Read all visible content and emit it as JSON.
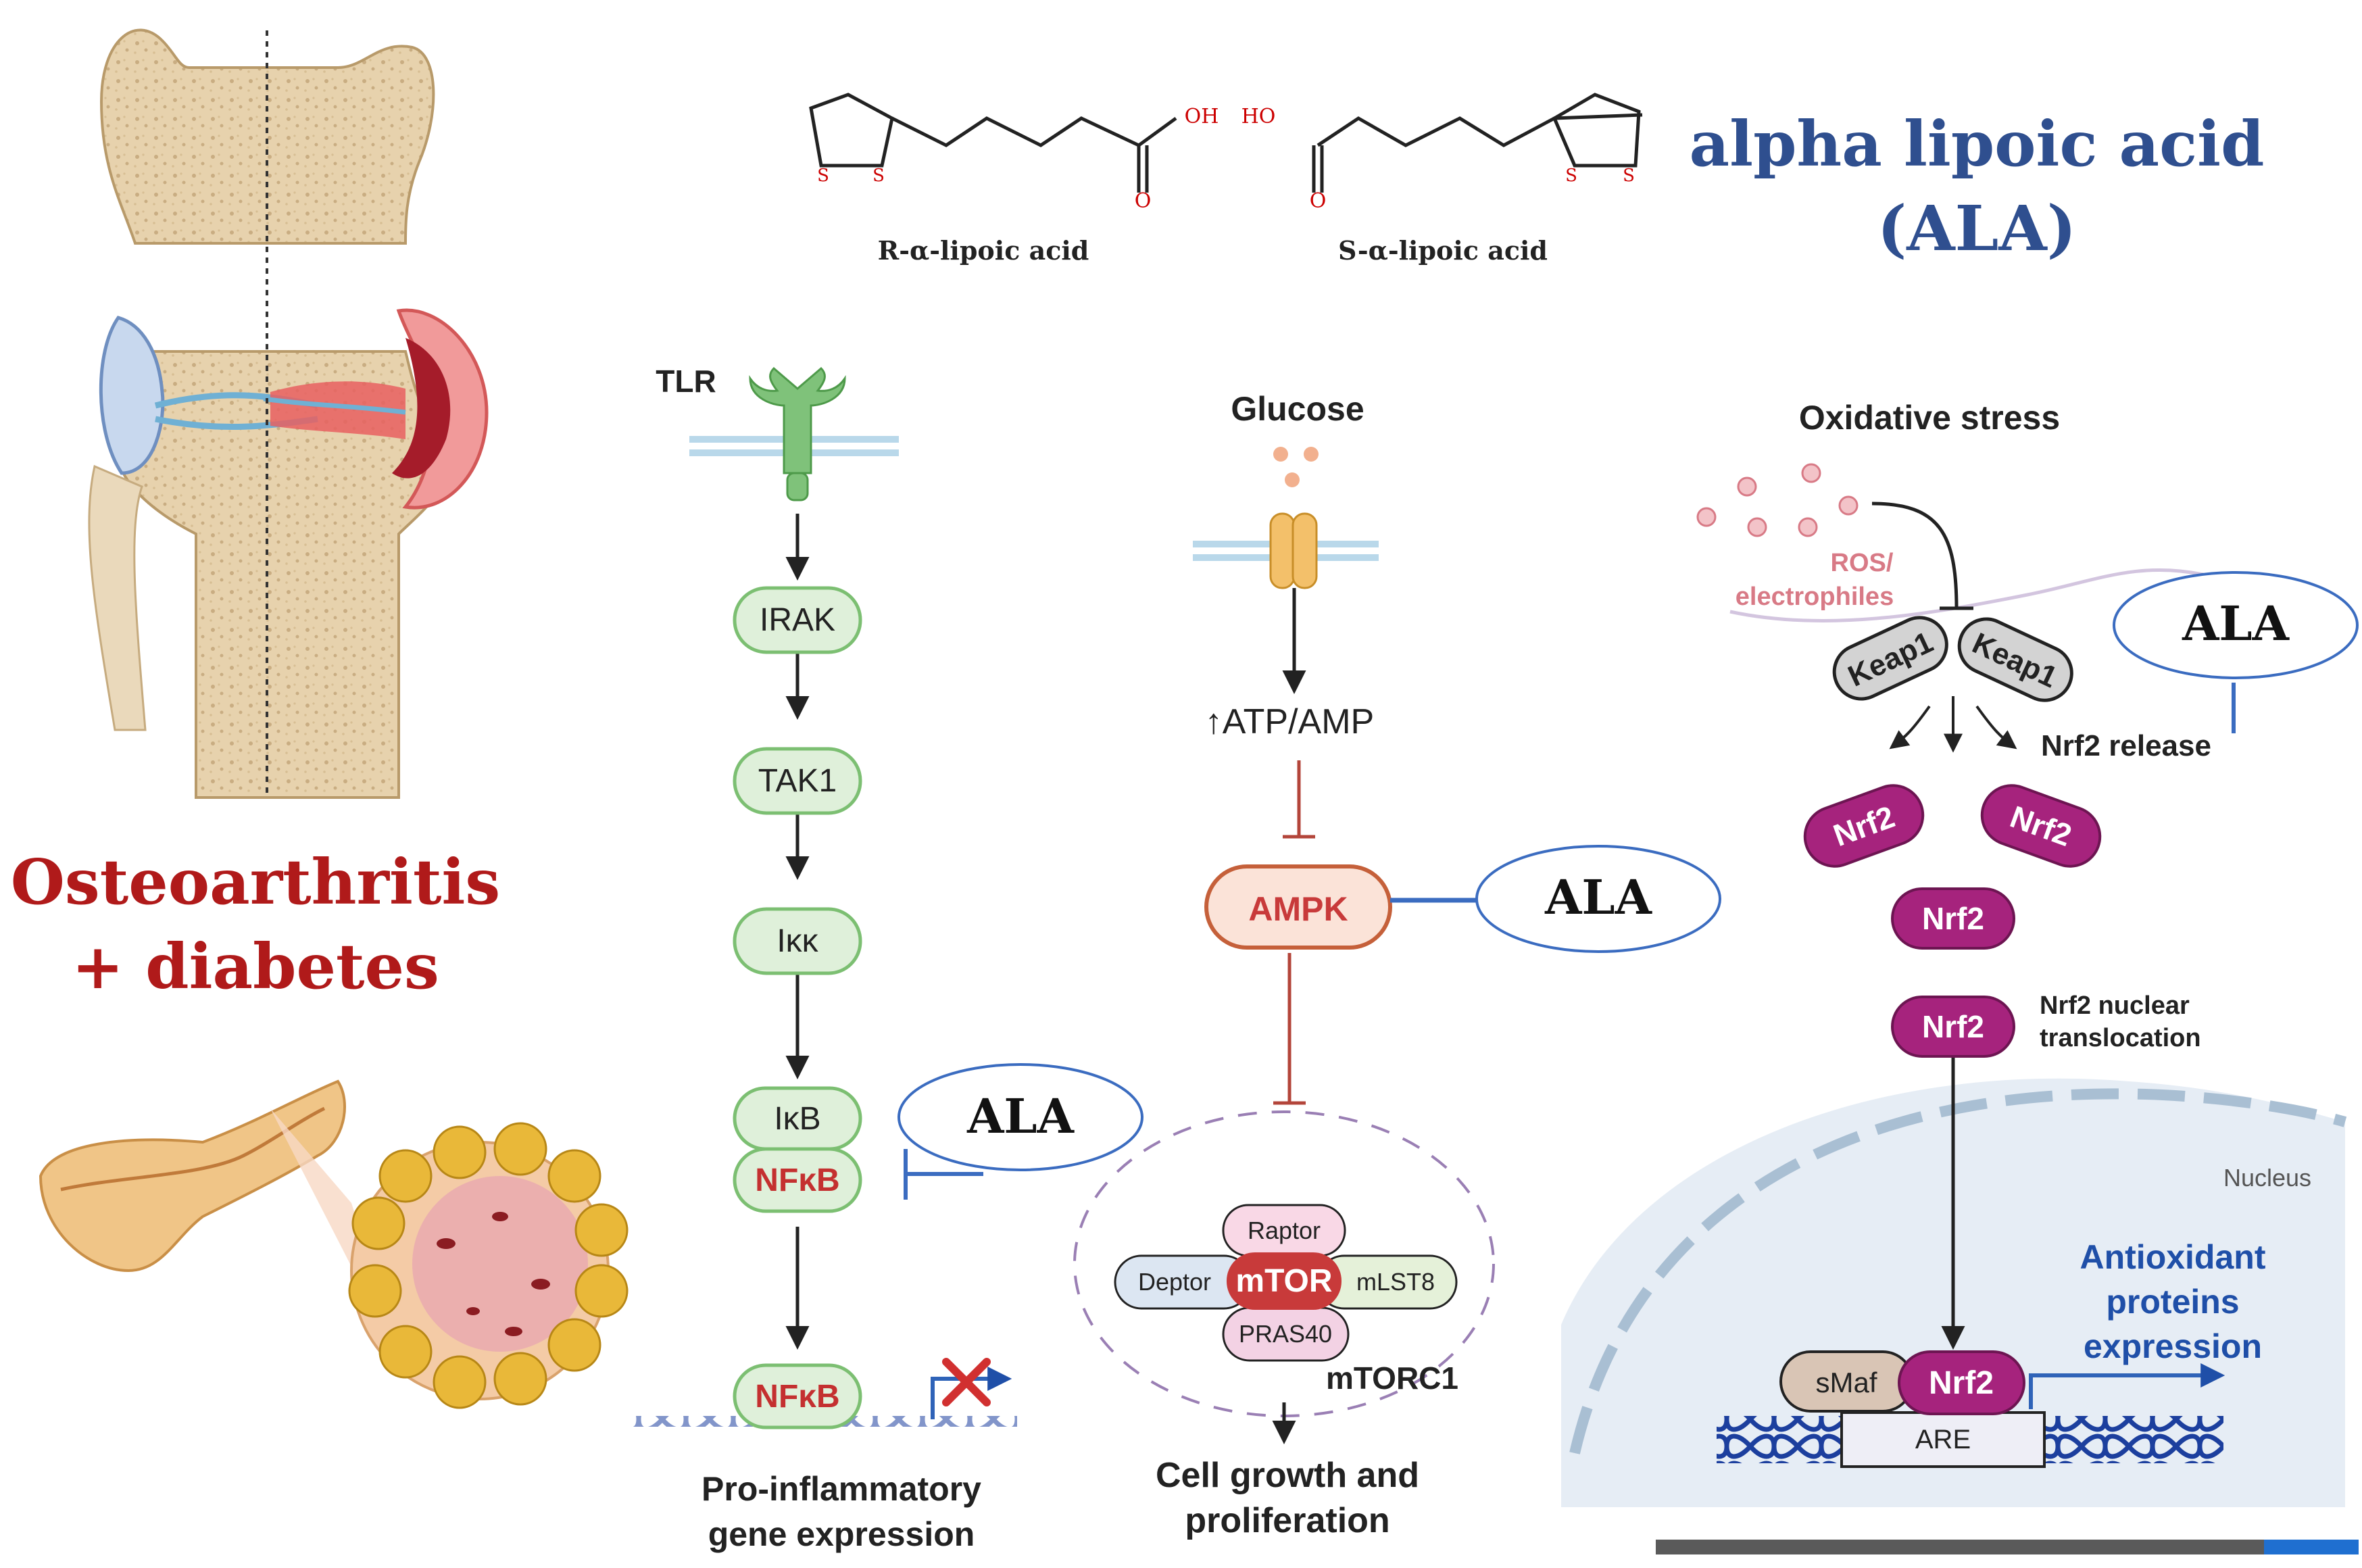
{
  "title": {
    "line1": "alpha lipoic acid",
    "line2": "(ALA)"
  },
  "disease_label": {
    "line1": "Osteoarthritis",
    "line2": "+ diabetes"
  },
  "molecules": {
    "r": {
      "name": "R-α-lipoic acid",
      "oh": "OH",
      "o": "O",
      "s1": "S",
      "s2": "S"
    },
    "s": {
      "name": "S-α-lipoic acid",
      "ho": "HO",
      "o": "O",
      "s1": "S",
      "s2": "S"
    }
  },
  "tlr_pathway": {
    "receptor": "TLR",
    "nodes": [
      "IRAK",
      "TAK1",
      "Iκκ",
      "IκB",
      "NFκB"
    ],
    "nucleus_node": "NFκB",
    "output": {
      "line1": "Pro-inflammatory",
      "line2": "gene expression"
    },
    "ala": "ALA"
  },
  "ampk_pathway": {
    "input": "Glucose",
    "ratio": "↑ATP/AMP",
    "node": "AMPK",
    "ala": "ALA",
    "complex": {
      "name": "mTORC1",
      "core": "mTOR",
      "top": "Raptor",
      "left": "Deptor",
      "right": "mLST8",
      "bottom": "PRAS40"
    },
    "output": {
      "line1": "Cell growth and",
      "line2": "proliferation"
    }
  },
  "nrf2_pathway": {
    "input": "Oxidative stress",
    "ros": {
      "line1": "ROS/",
      "line2": "electrophiles"
    },
    "keap": [
      "Keap1",
      "Keap1"
    ],
    "release": "Nrf2 release",
    "ala": "ALA",
    "nrf2": "Nrf2",
    "translocation": {
      "line1": "Nrf2 nuclear",
      "line2": "translocation"
    },
    "nucleus": "Nucleus",
    "smaf": "sMaf",
    "are": "ARE",
    "output": {
      "line1": "Antioxidant",
      "line2": "proteins",
      "line3": "expression"
    }
  },
  "colors": {
    "title_blue": "#2f4f8f",
    "disease_red": "#b01a1a",
    "node_green_fill": "#dff0da",
    "node_green_stroke": "#7cbf72",
    "nfkb_red": "#c43030",
    "ampk_fill": "#fbe3d8",
    "ampk_stroke": "#c5603a",
    "mtor_red": "#c83a3a",
    "nrf2_purple": "#a6237d",
    "ala_ellipse": "#3b6cc0",
    "inhibit_blue": "#3b6cc0",
    "inhibit_red": "#b3453a",
    "nucleus_fill": "#e6edf5"
  }
}
